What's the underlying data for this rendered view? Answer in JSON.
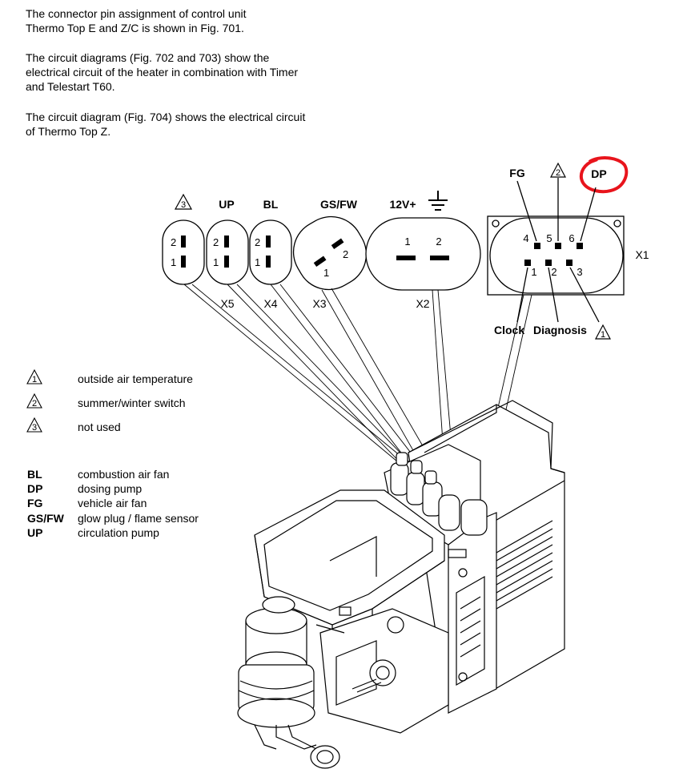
{
  "intro": {
    "p1_line1": "The connector pin assignment of control unit",
    "p1_line2": "Thermo Top E and Z/C is shown in Fig. 701.",
    "p2_line1": "The circuit diagrams (Fig. 702 and 703) show the",
    "p2_line2": "electrical circuit of the heater in combination with Timer",
    "p2_line3": "and Telestart T60.",
    "p3_line1": "The circuit diagram (Fig. 704) shows the electrical circuit",
    "p3_line2": "of Thermo Top Z."
  },
  "connectors": {
    "x5": {
      "label": "X5",
      "top_label": "UP",
      "pin_top": "2",
      "pin_bottom": "1"
    },
    "x4": {
      "label": "X4",
      "top_label": "BL",
      "pin_top": "2",
      "pin_bottom": "1"
    },
    "x3": {
      "label": "X3",
      "top_label": "GS/FW",
      "pin_a": "2",
      "pin_b": "1"
    },
    "x2": {
      "label": "X2",
      "top_label": "12V+",
      "pin_a": "1",
      "pin_b": "2"
    },
    "x1": {
      "label": "X1",
      "top_fg": "FG",
      "top_dp": "DP",
      "bottom_clock": "Clock",
      "bottom_diagnosis": "Diagnosis",
      "pins": [
        "4",
        "5",
        "6",
        "1",
        "2",
        "3"
      ]
    },
    "x6_symbol": "3"
  },
  "symbols": {
    "warn1": "1",
    "warn2": "2",
    "warn3": "3"
  },
  "legend": [
    {
      "symbol": "1",
      "text": "outside air temperature"
    },
    {
      "symbol": "2",
      "text": "summer/winter switch"
    },
    {
      "symbol": "3",
      "text": "not used"
    }
  ],
  "abbreviations": [
    {
      "abbr": "BL",
      "text": "combustion air fan"
    },
    {
      "abbr": "DP",
      "text": "dosing pump"
    },
    {
      "abbr": "FG",
      "text": "vehicle air fan"
    },
    {
      "abbr": "GS/FW",
      "text": "glow plug / flame sensor"
    },
    {
      "abbr": "UP",
      "text": "circulation pump"
    }
  ],
  "colors": {
    "highlight": "#e8141c",
    "ink": "#000000"
  }
}
